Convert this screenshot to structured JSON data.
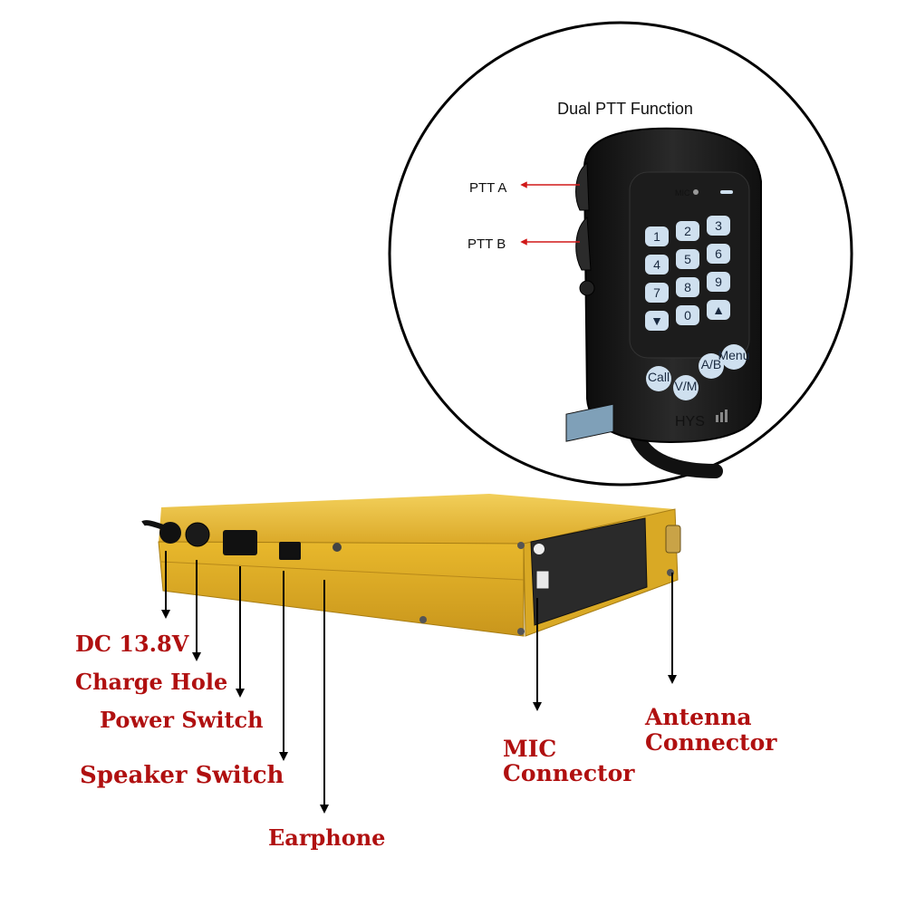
{
  "callout_title": "Dual PTT Function",
  "ptt_labels": {
    "a": "PTT A",
    "b": "PTT B"
  },
  "mic": {
    "brand": "HYS",
    "mic_mark": "MIC",
    "keypad": [
      "1",
      "2",
      "3",
      "4",
      "5",
      "6",
      "7",
      "8",
      "9",
      "▼",
      "0",
      "▲"
    ],
    "function_keys": [
      "Call",
      "V/M",
      "A/B",
      "Menu"
    ]
  },
  "labels": {
    "dc": "DC 13.8V",
    "charge": "Charge Hole",
    "power": "Power Switch",
    "speaker": "Speaker Switch",
    "earphone": "Earphone",
    "mic_connector_1": "MIC",
    "mic_connector_2": "Connector",
    "antenna_1": "Antenna",
    "antenna_2": "Connector"
  },
  "colors": {
    "label_red": "#b01010",
    "body_gold": "#e6b62a",
    "mic_black": "#151515",
    "key_blue": "#cfe0ef",
    "arrow_red": "#d01818"
  }
}
